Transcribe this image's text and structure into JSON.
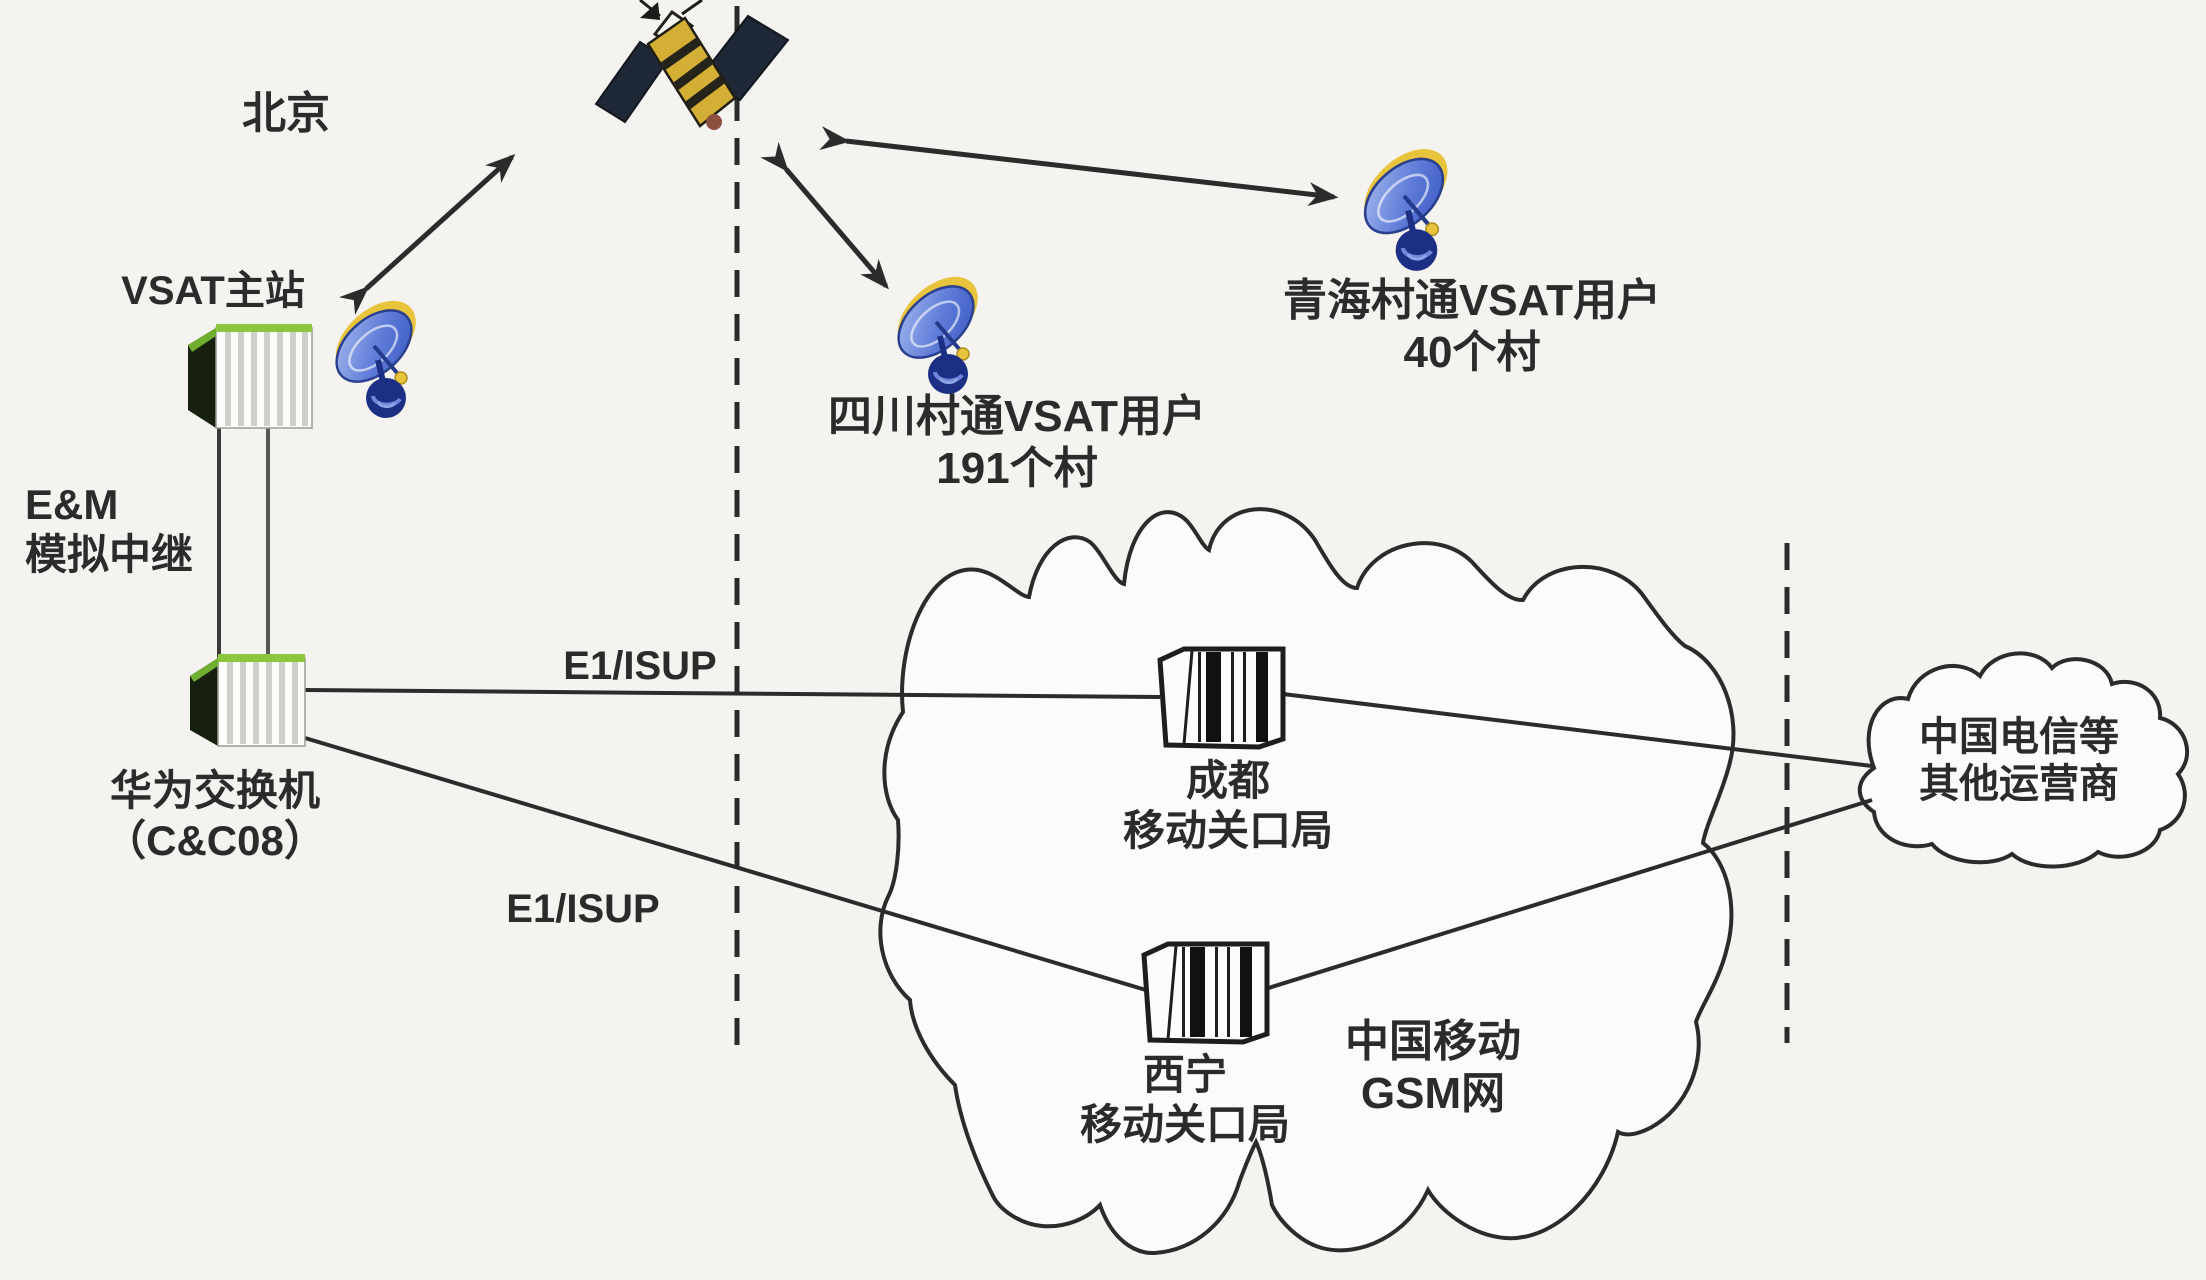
{
  "labels": {
    "beijing": "北京",
    "vsat_master": "VSAT主站",
    "em_trunk": {
      "line1": "E&M",
      "line2": "模拟中继"
    },
    "huawei_switch": {
      "line1": "华为交换机",
      "line2": "（C&C08）"
    },
    "link_top": "E1/ISUP",
    "link_bottom": "E1/ISUP",
    "sichuan_users": {
      "line1": "四川村通VSAT用户",
      "line2": "191个村"
    },
    "qinghai_users": {
      "line1": "青海村通VSAT用户",
      "line2": "40个村"
    },
    "chengdu_gateway": {
      "line1": "成都",
      "line2": "移动关口局"
    },
    "xining_gateway": {
      "line1": "西宁",
      "line2": "移动关口局"
    },
    "gsm_network": {
      "line1": "中国移动",
      "line2": "GSM网"
    },
    "other_operators": {
      "line1": "中国电信等",
      "line2": "其他运营商"
    }
  },
  "icons": [
    {
      "name": "satellite-icon"
    },
    {
      "name": "vsat-dish-icon-beijing"
    },
    {
      "name": "vsat-dish-icon-sichuan"
    },
    {
      "name": "vsat-dish-icon-qinghai"
    },
    {
      "name": "switch-cabinet-icon-vsat-master"
    },
    {
      "name": "switch-cabinet-icon-huawei"
    },
    {
      "name": "gateway-switch-icon-chengdu"
    },
    {
      "name": "gateway-switch-icon-xining"
    },
    {
      "name": "gsm-cloud"
    },
    {
      "name": "telecom-cloud"
    }
  ],
  "colors": {
    "background": "#f4f3ef",
    "line": "#2b2b2b",
    "cloud_fill": "#fbfbf9",
    "cabinet_green_top": "#8cc63e",
    "cabinet_dark_side": "#17200f",
    "dish_blue": "#5272d0",
    "dish_gold": "#e8c33c",
    "dish_base_navy": "#1d2f85",
    "satellite_body_gold": "#d4af35",
    "satellite_panel_dark": "#1f2836"
  }
}
